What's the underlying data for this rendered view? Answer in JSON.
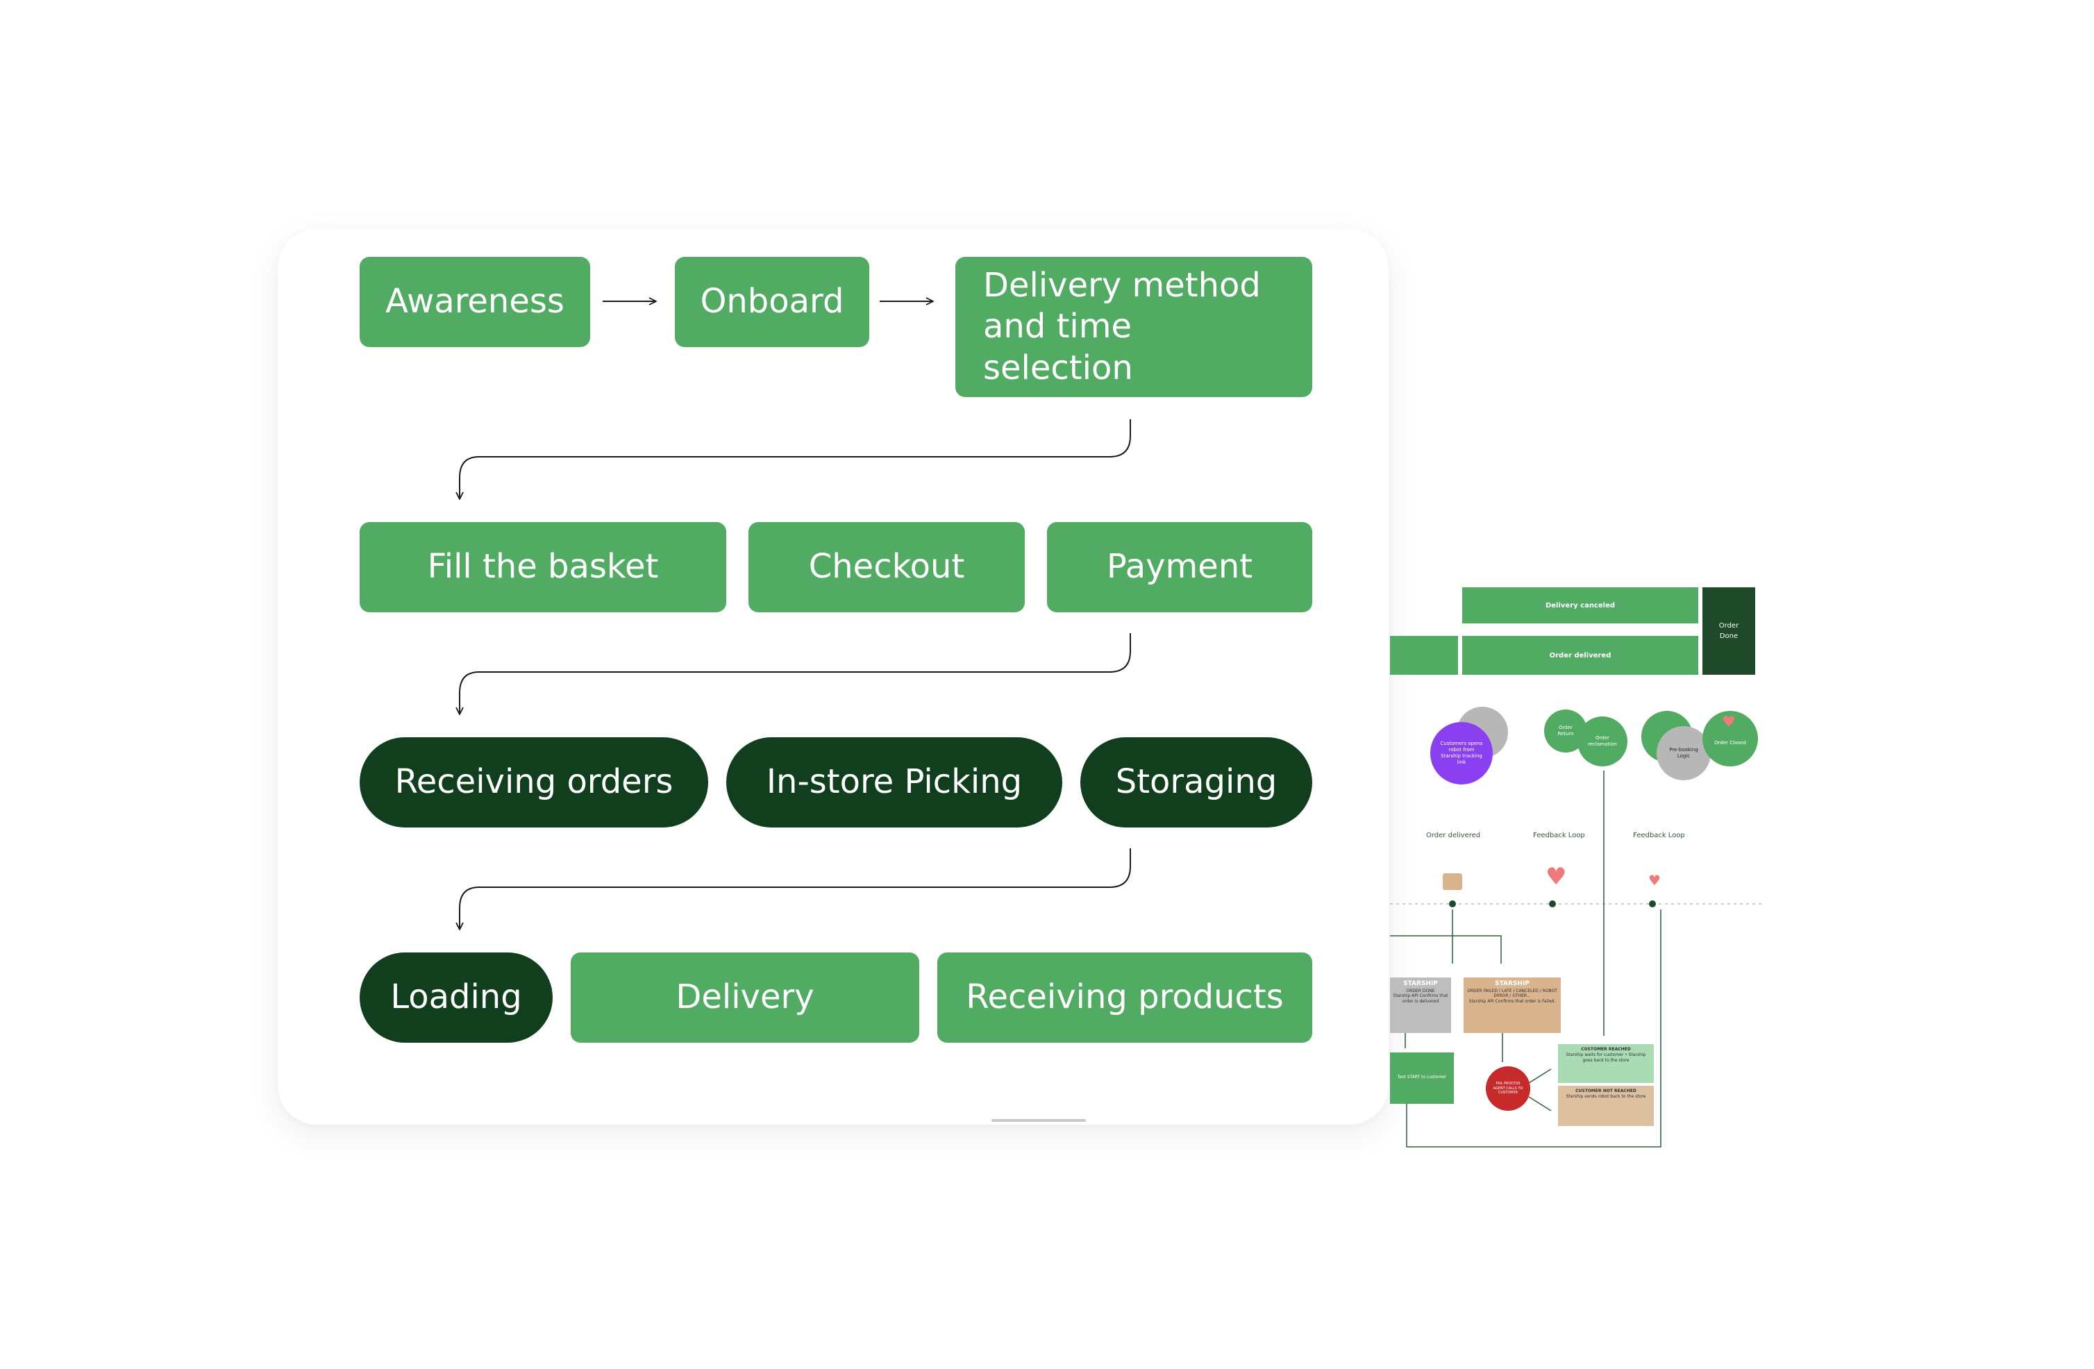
{
  "flow": {
    "row1": [
      "Awareness",
      "Onboard",
      "Delivery method and time selection"
    ],
    "row2": [
      "Fill the basket",
      "Checkout",
      "Payment"
    ],
    "row3": [
      "Receiving orders",
      "In-store Picking",
      "Storaging"
    ],
    "row4": [
      "Loading",
      "Delivery",
      "Receiving products"
    ]
  },
  "mini": {
    "bars": {
      "delivery_canceled": "Delivery canceled",
      "order_delivered_bar": "Order delivered",
      "order_done": "Order Done"
    },
    "circles": {
      "customers_opens_robot": "Customers opens robot from Starship tracking link",
      "order_return": "Order Return",
      "order_reclamation": "Order reclamation",
      "pre_booking_logic": "Pre-booking Logic",
      "order_closed": "Order Closed"
    },
    "labels": {
      "order_delivered": "Order delivered",
      "feedback_loop_1": "Feedback Loop",
      "feedback_loop_2": "Feedback Loop"
    },
    "cards": {
      "starship_1_title": "STARSHIP",
      "starship_1_body": "ORDER DONE",
      "starship_1_note": "Starship API Confirms that order is delivered",
      "starship_2_title": "STARSHIP",
      "starship_2_body": "ORDER FAILED / LATE / CANCELED / ROBOT ERROR / OTHER...",
      "starship_2_note": "Starship API Confirms that order is Failed.",
      "green_card": "Text START to customer",
      "red_circle": "FAIL PROCESS AGENT CALLS TO CUSTOMER",
      "customer_reached_title": "CUSTOMER REACHED",
      "customer_reached_body": "Starship waits for customer • Starship goes back to the store",
      "customer_not_reached_title": "CUSTOMER NOT REACHED",
      "customer_not_reached_body": "Starship sends robot back to the store"
    }
  },
  "colors": {
    "stage_green": "#52ab63",
    "stage_dark": "#113f1e",
    "text_white": "#ffffff"
  }
}
